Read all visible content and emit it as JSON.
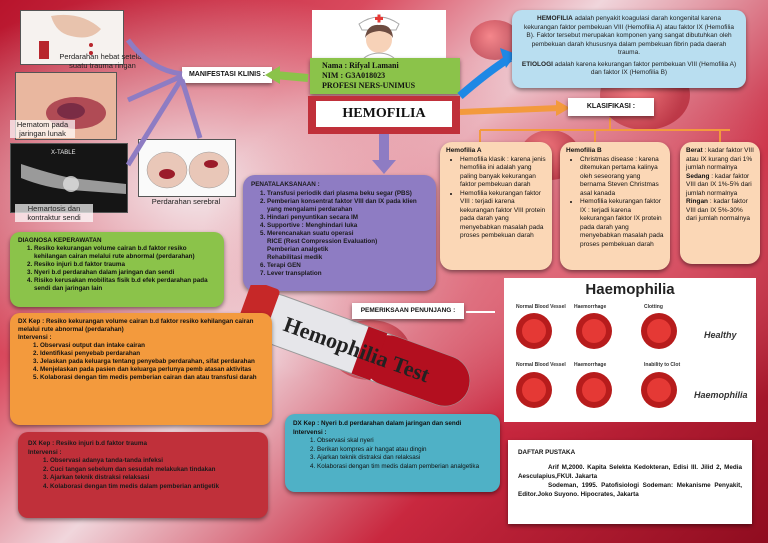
{
  "title": "HEMOFILIA",
  "author": {
    "name": "Nama  : Rifyal Lamani",
    "nim": "NIM    : G3A018023",
    "program": "PROFESI NERS-UNIMUS"
  },
  "photos": {
    "bleeding_caption": "Perdarahan hebat setelah suatu trauma ringan",
    "hematom_caption": "Hematom pada jaringan lunak",
    "hemartrosis_caption": "Hemartosis dan kontraktur sendi",
    "cerebral_caption": "Perdarahan serebral",
    "xray_label": "X-TABLE"
  },
  "manifestasi_label": "MANIFESTASI KLINIS :",
  "definition": {
    "hemofilia_term": "HEMOFILIA",
    "hemofilia_text": " adalah penyakit koagulasi darah kongenital karena kekurangan faktor pembekuan VIII (Hemofilia A) atau faktor IX (Hemofilia B). Faktor tersebut merupakan komponen yang sangat dibutuhkan oleh pembekuan darah khususnya dalam pembekuan fibrin pada daerah trauma.",
    "etiologi_term": "ETIOLOGI",
    "etiologi_text": " adalah karena kekurangan faktor pembekuan VIII (Hemofilia A) dan faktor IX (Hemofilia B)"
  },
  "klasifikasi": {
    "label": "KLASIFIKASI :",
    "a_title": "Hemofilia A",
    "a_items": [
      "Hemofilia klasik : karena jenis hemofilia ini adalah yang paling banyak kekurangan faktor pembekuan darah",
      "Hemofilia kekurangan faktor VIII : terjadi karena kekurangan faktor VIII protein pada darah yang menyebabkan masalah pada proses pembekuan darah"
    ],
    "b_title": "Hemofilia B",
    "b_items": [
      "Christmas disease : karena ditemukan pertama kalinya oleh seseorang yang bernama Steven Christmas asal kanada",
      "Hemofilia kekurangan faktor IX : terjadi karena kekurangan faktor IX protein pada darah yang menyebabkan masalah pada proses pembekuan darah"
    ],
    "severity": [
      {
        "term": "Berat",
        "text": " : kadar faktor VIII atau IX kurang dari 1% jumlah normalnya"
      },
      {
        "term": "Sedang",
        "text": " : kadar faktor VIII dan IX 1%-5% dari jumlah normalnya"
      },
      {
        "term": "Ringan",
        "text": " : kadar faktor VIII dan IX 5%-30% dari jumlah normalnya"
      }
    ]
  },
  "penatalaksanaan": {
    "title": "PENATALAKSANAAN :",
    "items": [
      "Transfusi periodik dari plasma beku segar (PBS)",
      "Pemberian konsentrat faktor VIII dan IX pada klien yang mengalami perdarahan",
      "Hindari penyuntikan secara IM",
      "Supportive : Menghindari luka",
      "Merencanakan suatu operasi",
      "Terapi GEN",
      "Lever transplation"
    ],
    "sub_items": [
      "RICE (Rest Compression Evaluation)",
      "Pemberian analgetik",
      "Rehabilitasi medik"
    ]
  },
  "diagnosa": {
    "title": "DIAGNOSA KEPERAWATAN",
    "items": [
      "Resiko kekurangan volume cairan b.d faktor resiko kehilangan cairan melalui rute abnormal (perdarahan)",
      "Resiko injuri b.d faktor trauma",
      "Nyeri b.d perdarahan dalam jaringan dan sendi",
      "Risiko kerusakan mobilitas fisik b.d efek perdarahan pada sendi dan jaringan lain"
    ]
  },
  "dx1": {
    "title": "DX Kep : Resiko kekurangan volume cairan b.d faktor resiko kehilangan cairan melalui rute abnormal (perdarahan)",
    "intervensi": "Intervensi :",
    "items": [
      "Observasi output dan intake cairan",
      "Identifikasi penyebab perdarahan",
      "Jelaskan pada keluarga tentang penyebab perdarahan, sifat perdarahan",
      "Menjelaskan pada pasien dan keluarga perlunya pemb atasan aktivitas",
      "Kolaborasi dengan tim medis pemberian cairan dan atau transfusi darah"
    ]
  },
  "dx2": {
    "title": "DX Kep : Resiko injuri b.d faktor trauma",
    "intervensi": "Intervensi :",
    "items": [
      "Observasi adanya tanda-tanda infeksi",
      "Cuci tangan sebelum dan sesudah melakukan tindakan",
      "Ajarkan teknik distraksi relaksasi",
      "Kolaborasi dengan tim medis dalam pemberian antigetik"
    ]
  },
  "dx3": {
    "title": "DX Kep : Nyeri b.d perdarahan dalam jaringan dan sendi",
    "intervensi": "Intervensi :",
    "items": [
      "Observasi skal nyeri",
      "Berikan kompres air hangat atau dingin",
      "Ajarkan teknik distraksi dan relaksasi",
      "Kolaborasi dengan tim medis dalam pemberian analgetika"
    ]
  },
  "pemeriksaan_label": "PEMERIKSAAN PENUNJANG :",
  "tube_label": "Hemophilia Test",
  "haemophilia_panel": {
    "title": "Haemophilia",
    "normal_vessel": "Normal Blood Vessel",
    "haemorrhage": "Haemorrhage",
    "clotting": "Clotting",
    "inability": "Inability to Clot",
    "healthy": "Healthy",
    "haemophilia": "Haemophilia"
  },
  "daftar_pustaka": {
    "title": "DAFTAR PUSTAKA",
    "ref1": "Arif M,2000. Kapita Selekta Kedokteran, Edisi III. Jilid 2, Media Aesculapius,FKUI. Jakarta",
    "ref2": "Sodeman, 1995. Patofisiologi Sodeman: Mekanisme Penyakit, Editor.Joko Suyono. Hipocrates, Jakarta"
  },
  "colors": {
    "green": "#8bc34a",
    "purple": "#8e7cc3",
    "orange": "#f39a3d",
    "peach": "#fbd7b6",
    "blue_light": "#b9def0",
    "teal": "#4fb1c6",
    "dark_red": "#c0303a"
  }
}
